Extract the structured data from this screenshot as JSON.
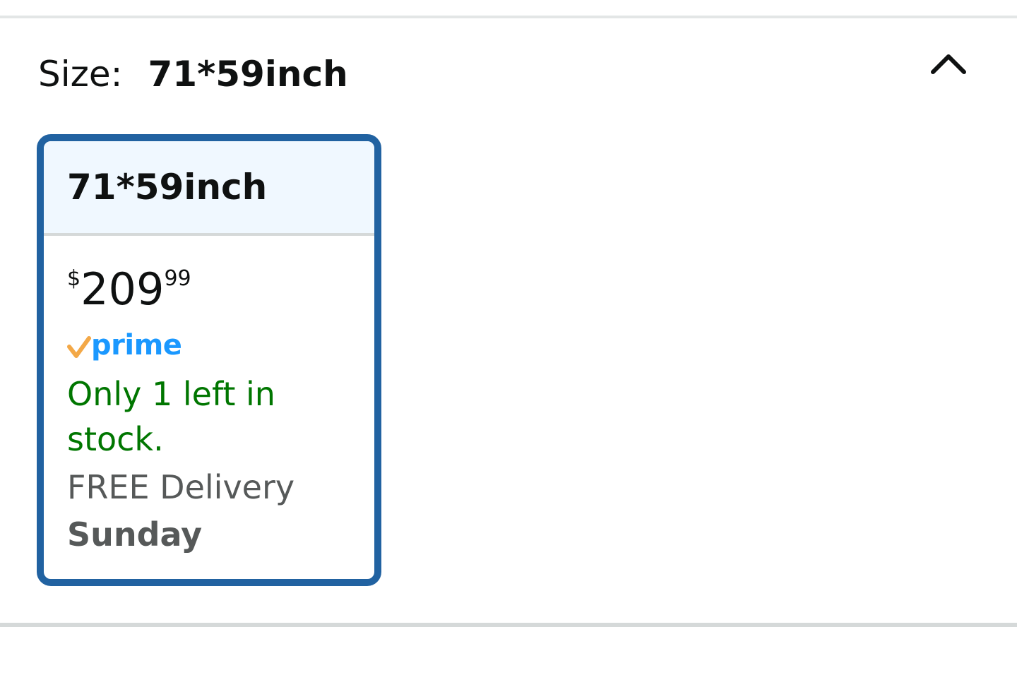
{
  "size_selector": {
    "label": "Size:",
    "selected_value": "71*59inch",
    "toggle_icon": "chevron-up-icon"
  },
  "option": {
    "title": "71*59inch",
    "price": {
      "symbol": "$",
      "whole": "209",
      "fraction": "99"
    },
    "prime_label": "prime",
    "stock_message": "Only 1 left in stock.",
    "delivery_prefix": "FREE Delivery",
    "delivery_day": "Sunday"
  },
  "colors": {
    "selected_border": "#2162a1",
    "card_header_bg": "#f0f8ff",
    "prime_blue": "#1a98ff",
    "prime_check": "#f3a847",
    "stock_green": "#007600",
    "muted_text": "#565959"
  }
}
